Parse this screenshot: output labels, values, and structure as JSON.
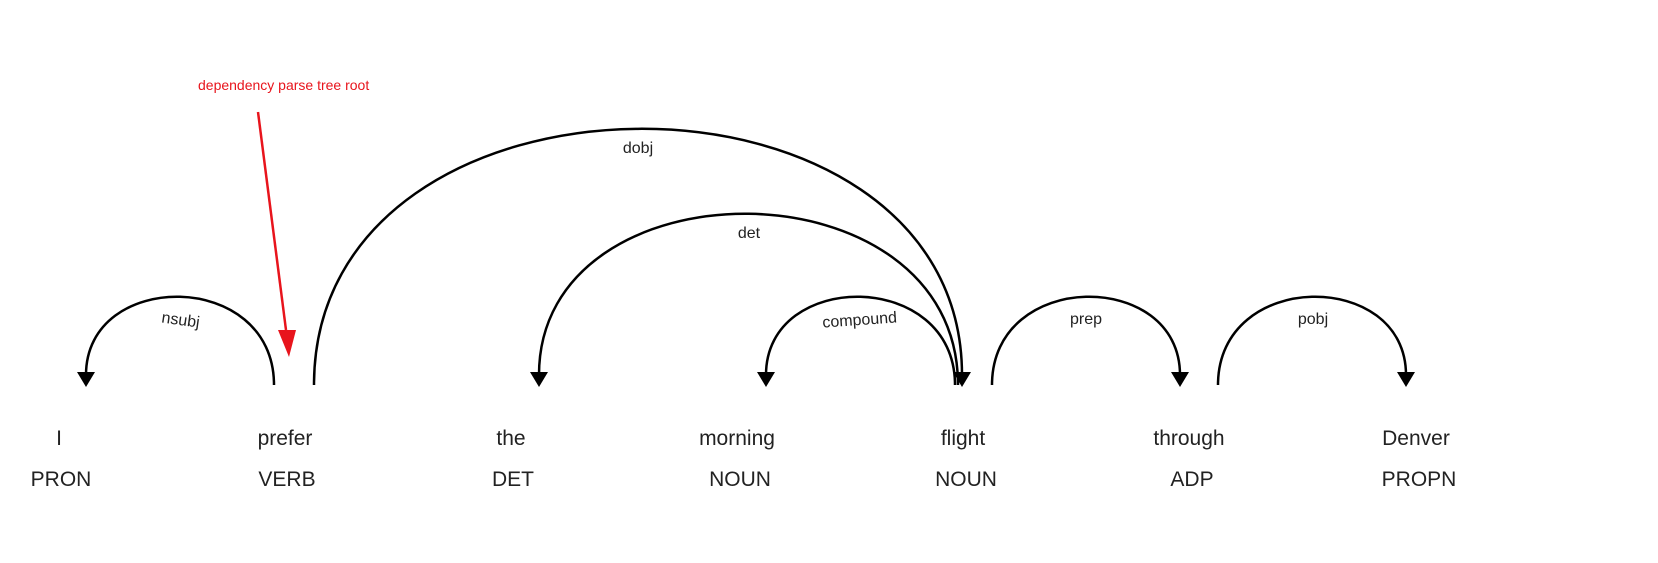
{
  "annotation": {
    "text": "dependency parse tree root",
    "color": "#e8141c"
  },
  "tokens": [
    {
      "text": "I",
      "tag": "PRON"
    },
    {
      "text": "prefer",
      "tag": "VERB"
    },
    {
      "text": "the",
      "tag": "DET"
    },
    {
      "text": "morning",
      "tag": "NOUN"
    },
    {
      "text": "flight",
      "tag": "NOUN"
    },
    {
      "text": "through",
      "tag": "ADP"
    },
    {
      "text": "Denver",
      "tag": "PROPN"
    }
  ],
  "arcs": [
    {
      "label": "nsubj",
      "head": 1,
      "dependent": 0
    },
    {
      "label": "dobj",
      "head": 1,
      "dependent": 4
    },
    {
      "label": "det",
      "head": 4,
      "dependent": 2
    },
    {
      "label": "compound",
      "head": 4,
      "dependent": 3
    },
    {
      "label": "prep",
      "head": 4,
      "dependent": 5
    },
    {
      "label": "pobj",
      "head": 5,
      "dependent": 6
    }
  ],
  "root_index": 1
}
